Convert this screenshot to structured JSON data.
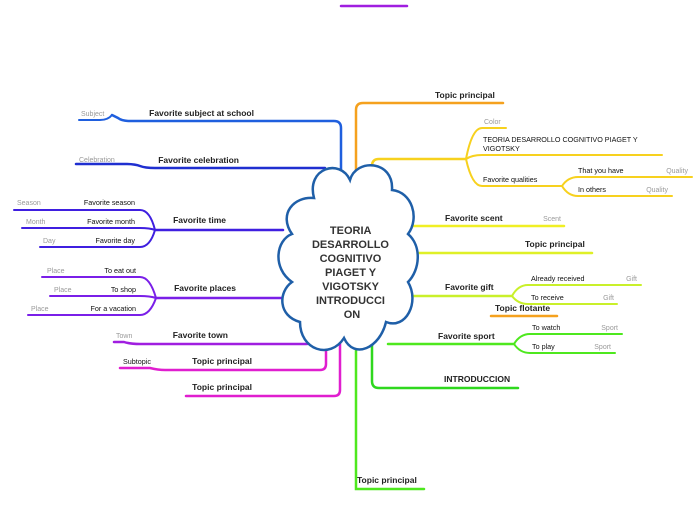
{
  "center": {
    "lines": [
      "TEORIA",
      "DESARROLLO",
      "COGNITIVO",
      "PIAGET Y",
      "VIGOTSKY",
      "INTRODUCCI",
      "ON"
    ]
  },
  "floating": {
    "text": "Topic flotante"
  },
  "colors": {
    "blue": "#1f5fde",
    "navy": "#1f2fd0",
    "indigo": "#3f1fe0",
    "violet": "#7a1fe8",
    "purple": "#a01ee0",
    "magenta": "#e01ecf",
    "orange": "#f5a11e",
    "amber": "#f7d11e",
    "yellow": "#f0ef24",
    "lime": "#c9f02a",
    "green": "#4ee81e",
    "green2": "#2fd81e",
    "center_border": "#1f5fa8"
  },
  "branches": [
    {
      "text": "Favorite subject at school",
      "label": "Subject"
    },
    {
      "text": "Favorite celebration",
      "label": "Celebration"
    },
    {
      "text": "Favorite time",
      "children": [
        {
          "text": "Favorite season",
          "label": "Season"
        },
        {
          "text": "Favorite month",
          "label": "Month"
        },
        {
          "text": "Favorite day",
          "label": "Day"
        }
      ]
    },
    {
      "text": "Favorite places",
      "children": [
        {
          "text": "To eat out",
          "label": "Place"
        },
        {
          "text": "To shop",
          "label": "Place"
        },
        {
          "text": "For a vacation",
          "label": "Place"
        }
      ]
    },
    {
      "text": "Favorite town",
      "label": "Town"
    },
    {
      "text": "Topic principal",
      "children": [
        {
          "text": "Subtopic"
        }
      ]
    },
    {
      "text": "Topic principal"
    },
    {
      "text": "Topic principal"
    },
    {
      "text": "",
      "children": [
        {
          "text": "",
          "label": "Color"
        },
        {
          "text": "TEORIA DESARROLLO COGNITIVO PIAGET Y VIGOTSKY"
        },
        {
          "text": "Favorite qualities",
          "children": [
            {
              "text": "That you have",
              "label": "Quality"
            },
            {
              "text": "In others",
              "label": "Quality"
            }
          ]
        }
      ]
    },
    {
      "text": "Favorite scent",
      "label": "Scent"
    },
    {
      "text": "Topic principal"
    },
    {
      "text": "Favorite gift",
      "children": [
        {
          "text": "Already received",
          "label": "Gift"
        },
        {
          "text": "To receive",
          "label": "Gift"
        }
      ]
    },
    {
      "text": "Favorite sport",
      "children": [
        {
          "text": "To watch",
          "label": "Sport"
        },
        {
          "text": "To play",
          "label": "Sport"
        }
      ]
    },
    {
      "text": "INTRODUCCION"
    },
    {
      "text": "Topic principal"
    }
  ]
}
